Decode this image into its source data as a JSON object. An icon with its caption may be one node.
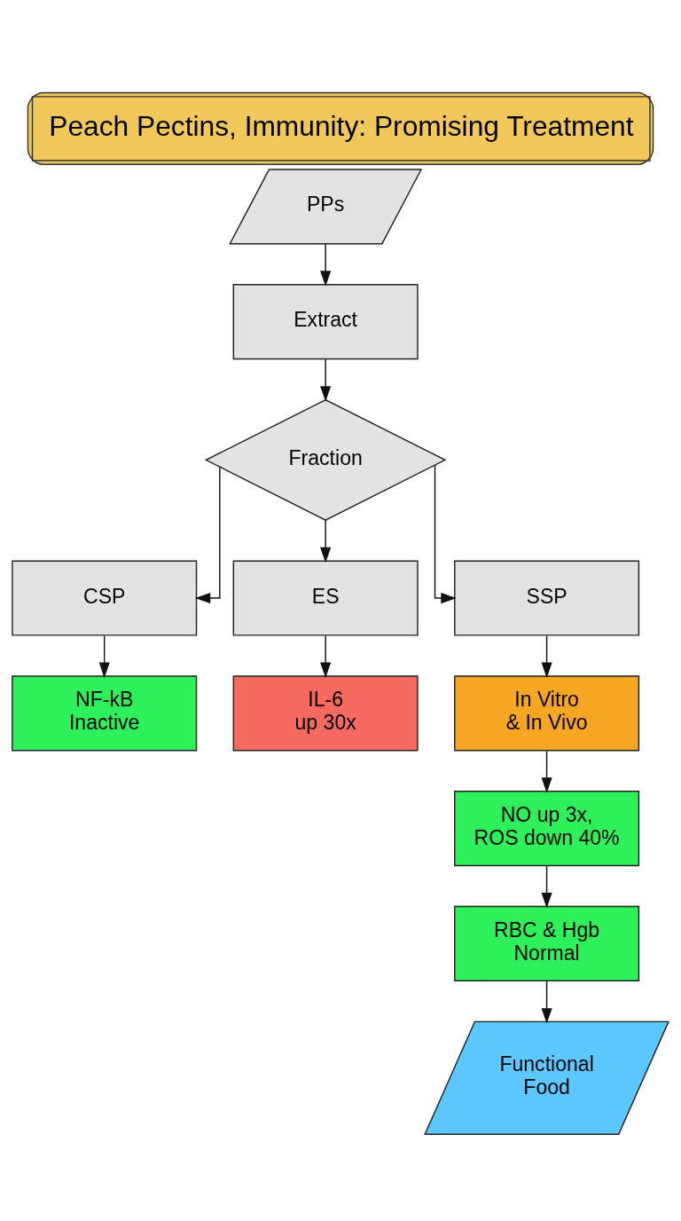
{
  "diagram": {
    "title": "Peach Pectins, Immunity: Promising Treatment",
    "nodes": [
      {
        "text": [
          "PPs"
        ]
      },
      {
        "text": [
          "Extract"
        ]
      },
      {
        "text": [
          "Fraction"
        ]
      },
      {
        "text": [
          "CSP"
        ]
      },
      {
        "text": [
          "ES"
        ]
      },
      {
        "text": [
          "SSP"
        ]
      },
      {
        "text": [
          "NF-kB Inactive"
        ]
      },
      {
        "text": [
          "IL-6 up 30x"
        ]
      },
      {
        "text": [
          "In Vitro & In Vivo"
        ]
      },
      {
        "text": [
          "NO up 3x, ROS down 40%"
        ]
      },
      {
        "text": [
          "RBC & Hgb Normal"
        ]
      },
      {
        "text": [
          "Functional Food"
        ]
      }
    ],
    "edges": [
      {
        "from": 0,
        "to": 1,
        "arrow": "to"
      },
      {
        "from": 1,
        "to": 2,
        "arrow": "to"
      },
      {
        "from": 2,
        "to": 3,
        "arrow": "to"
      },
      {
        "from": 2,
        "to": 4,
        "arrow": "to"
      },
      {
        "from": 2,
        "to": 5,
        "arrow": "to"
      },
      {
        "from": 3,
        "to": 6,
        "arrow": "to"
      },
      {
        "from": 4,
        "to": 7,
        "arrow": "to"
      },
      {
        "from": 5,
        "to": 8,
        "arrow": "to"
      },
      {
        "from": 8,
        "to": 9,
        "arrow": "to"
      },
      {
        "from": 9,
        "to": 10,
        "arrow": "to"
      },
      {
        "from": 10,
        "to": 11,
        "arrow": "to"
      }
    ]
  }
}
